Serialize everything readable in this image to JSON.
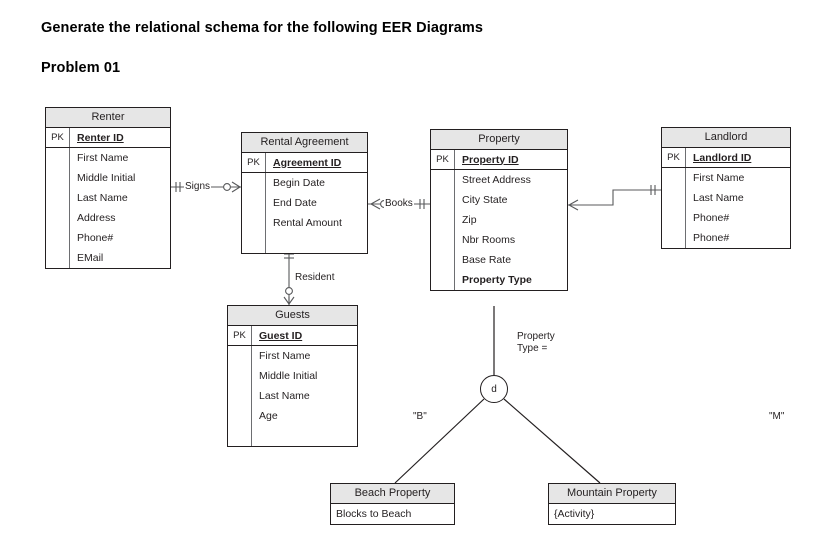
{
  "headings": {
    "main": "Generate the relational schema for the following EER Diagrams",
    "problem": "Problem 01"
  },
  "entities": {
    "renter": {
      "title": "Renter",
      "pk_marker": "PK",
      "key_attribute": "Renter ID",
      "attributes": [
        "First Name",
        "Middle Initial",
        "Last Name",
        "Address",
        "Phone#",
        "EMail"
      ]
    },
    "rental_agreement": {
      "title": "Rental Agreement",
      "pk_marker": "PK",
      "key_attribute": "Agreement ID",
      "attributes": [
        "Begin Date",
        "End Date",
        "Rental Amount"
      ]
    },
    "property": {
      "title": "Property",
      "pk_marker": "PK",
      "key_attribute": "Property ID",
      "attributes": [
        "Street Address",
        "City State",
        "Zip",
        "Nbr Rooms",
        "Base Rate"
      ],
      "discriminator": "Property Type"
    },
    "landlord": {
      "title": "Landlord",
      "pk_marker": "PK",
      "key_attribute": "Landlord ID",
      "attributes": [
        "First Name",
        "Last Name",
        "Phone#",
        "Phone#"
      ]
    },
    "guests": {
      "title": "Guests",
      "pk_marker": "PK",
      "key_attribute": "Guest ID",
      "attributes": [
        "First Name",
        "Middle Initial",
        "Last Name",
        "Age"
      ]
    },
    "beach_property": {
      "title": "Beach Property",
      "attributes": [
        "Blocks to Beach"
      ]
    },
    "mountain_property": {
      "title": "Mountain Property",
      "attributes": [
        "{Activity}"
      ]
    }
  },
  "relationships": {
    "signs": "Signs",
    "books": "Books",
    "resident": "Resident"
  },
  "specialization": {
    "symbol": "d",
    "condition_line1": "Property",
    "condition_line2": "Type =",
    "branch_left": "\"B\"",
    "branch_right": "\"M\""
  },
  "colors": {
    "header_fill": "#e6e6e6",
    "line": "#231f20",
    "background": "#ffffff"
  }
}
